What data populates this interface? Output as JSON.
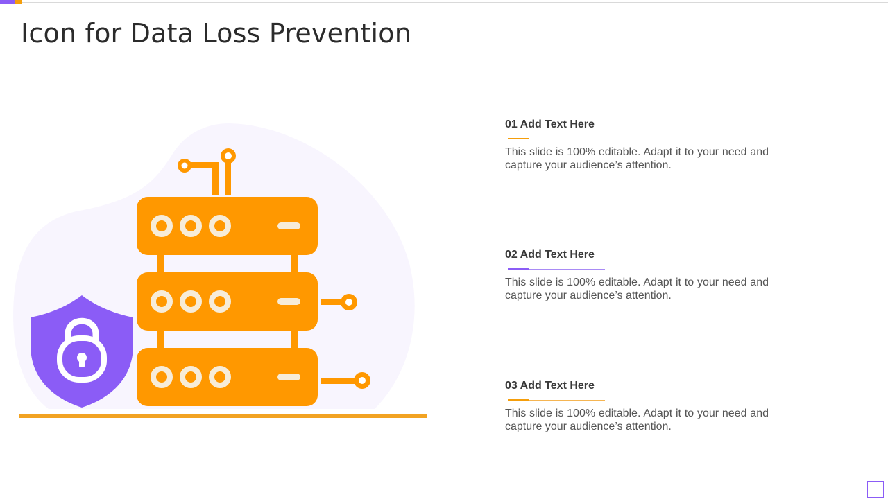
{
  "slide": {
    "title": "Icon for Data Loss Prevention"
  },
  "items": [
    {
      "heading": "01 Add Text Here",
      "body": "This slide is 100% editable. Adapt it to your need and capture your audience’s attention.",
      "accent": "#f59e0b"
    },
    {
      "heading": "02 Add Text Here",
      "body": "This slide is 100% editable. Adapt it to your need and capture your audience’s attention.",
      "accent": "#8b5cf6"
    },
    {
      "heading": "03 Add Text Here",
      "body": "This slide is 100% editable. Adapt it to your need and capture your audience’s attention.",
      "accent": "#f59e0b"
    }
  ],
  "colors": {
    "orange": "#ff9800",
    "purple": "#8b5cf6",
    "blob": "#f8f5fe",
    "title": "#2b2b2b"
  },
  "icons": {
    "server": "server-stack-icon",
    "shield": "shield-lock-icon"
  }
}
